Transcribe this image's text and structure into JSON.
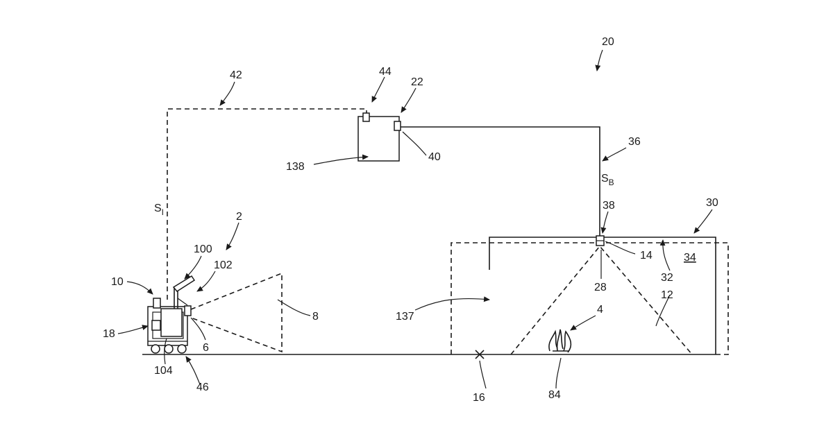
{
  "diagram": {
    "labels": {
      "l20": "20",
      "l42": "42",
      "l44": "44",
      "l22": "22",
      "l40": "40",
      "l138": "138",
      "l36": "36",
      "sb_main": "S",
      "sb_sub": "B",
      "si_main": "S",
      "si_sub": "I",
      "l2": "2",
      "l100": "100",
      "l102": "102",
      "l10": "10",
      "l18": "18",
      "l6": "6",
      "l104": "104",
      "l46": "46",
      "l8": "8",
      "l38": "38",
      "l30": "30",
      "l14": "14",
      "l34": "34",
      "l32": "32",
      "l28": "28",
      "l137": "137",
      "l12": "12",
      "l4": "4",
      "l16": "16",
      "l84": "84"
    },
    "colors": {
      "ink": "#1a1a1a",
      "background": "#ffffff"
    }
  }
}
